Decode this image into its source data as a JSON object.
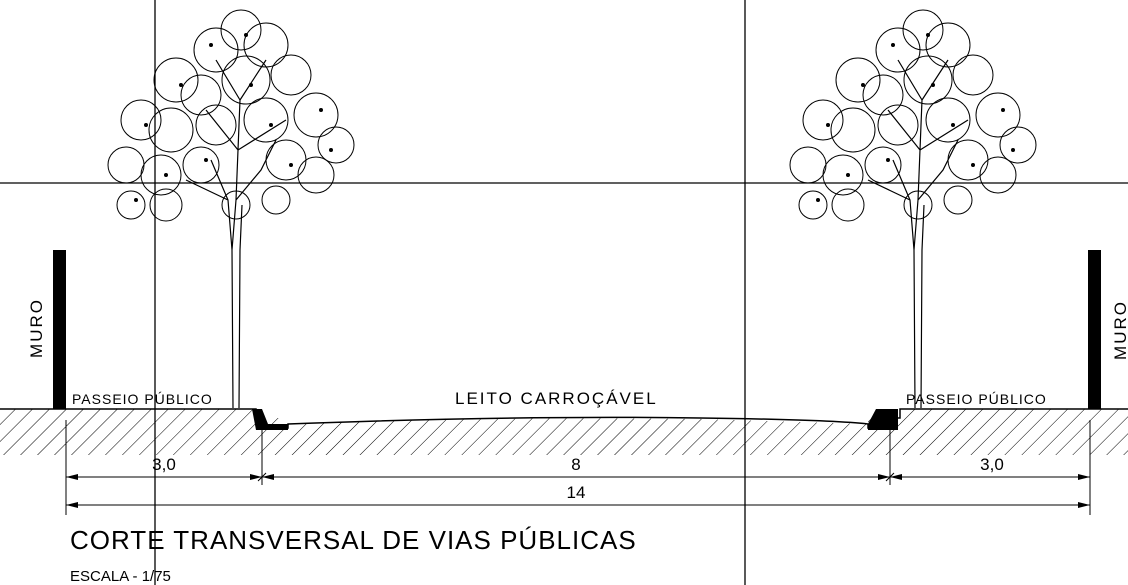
{
  "labels": {
    "wall_left": "MURO",
    "wall_right": "MURO",
    "sidewalk_left": "PASSEIO PÚBLICO",
    "sidewalk_right": "PASSEIO PÚBLICO",
    "roadway": "LEITO CARROÇÁVEL"
  },
  "dimensions": {
    "sidewalk_left": "3,0",
    "roadway": "8",
    "sidewalk_right": "3,0",
    "total": "14"
  },
  "title": "CORTE TRANSVERSAL DE VIAS PÚBLICAS",
  "scale": "ESCALA - 1/75"
}
